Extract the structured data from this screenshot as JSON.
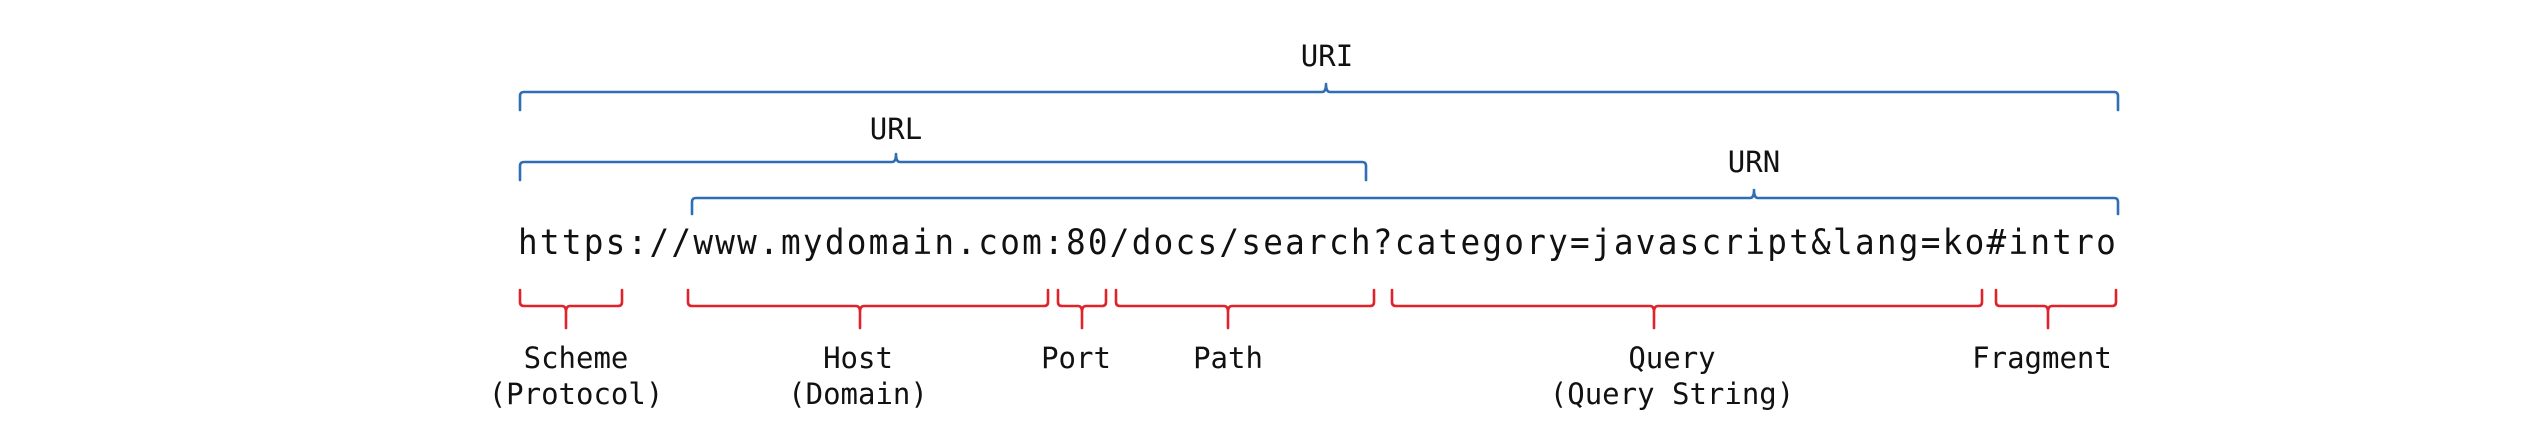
{
  "url": "https://www.mydomain.com:80/docs/search?category=javascript&lang=ko#intro",
  "top_groups": {
    "uri": "URI",
    "url": "URL",
    "urn": "URN"
  },
  "parts": {
    "scheme": {
      "line1": "Scheme",
      "line2": "(Protocol)"
    },
    "host": {
      "line1": "Host",
      "line2": "(Domain)"
    },
    "port": {
      "line1": "Port"
    },
    "path": {
      "line1": "Path"
    },
    "query": {
      "line1": "Query",
      "line2": "(Query String)"
    },
    "fragment": {
      "line1": "Fragment"
    }
  },
  "colors": {
    "top_bracket": "#2f6db5",
    "bottom_bracket": "#e0222a",
    "text": "#111111"
  }
}
